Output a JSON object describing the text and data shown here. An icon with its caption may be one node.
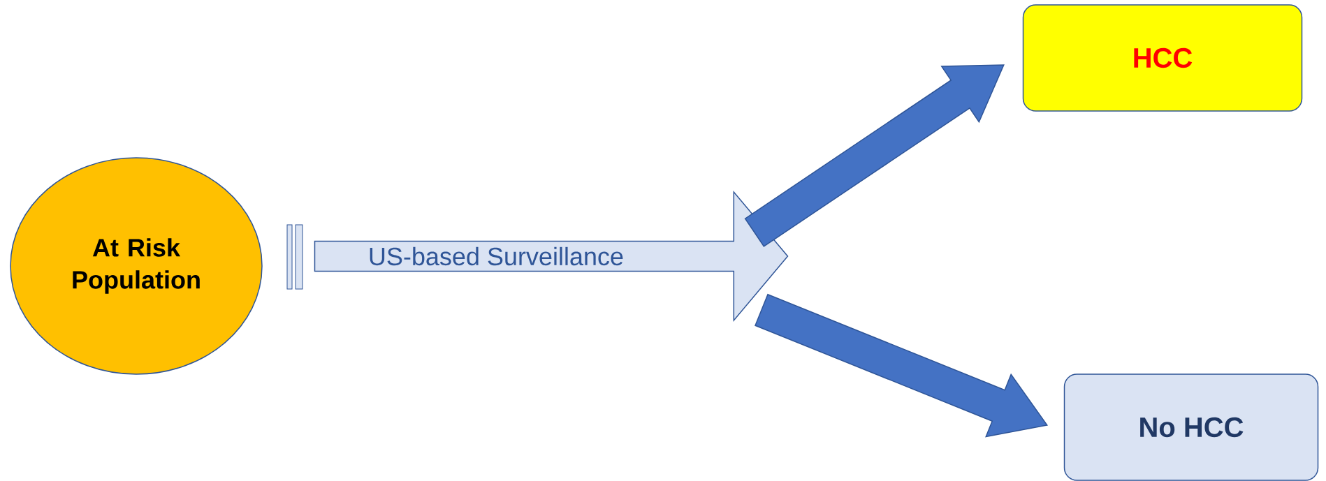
{
  "diagram": {
    "nodes": [
      {
        "text": [
          "At Risk Population"
        ]
      },
      {
        "text": [
          "US-based Surveillance"
        ]
      },
      {
        "text": [
          "HCC"
        ]
      },
      {
        "text": [
          "No HCC"
        ]
      }
    ],
    "edges": [
      {
        "from": 1,
        "to": 2,
        "arrow": "to"
      },
      {
        "from": 1,
        "to": 3,
        "arrow": "to"
      }
    ]
  }
}
